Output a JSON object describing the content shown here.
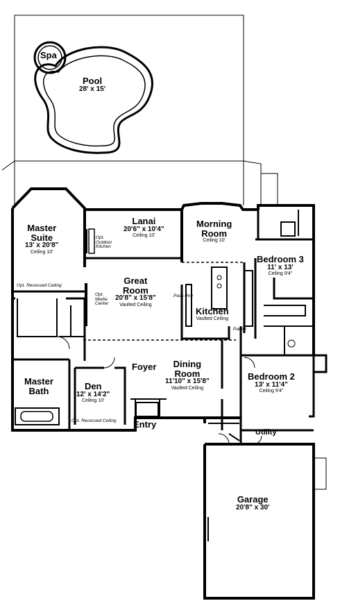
{
  "rooms": {
    "spa": {
      "name": "Spa"
    },
    "pool": {
      "name": "Pool",
      "dims": "28' x 15'"
    },
    "lanai": {
      "name": "Lanai",
      "dims": "20'6\" x 10'4\"",
      "ceiling": "Ceiling 10'"
    },
    "morning": {
      "name1": "Morning",
      "name2": "Room",
      "ceiling": "Ceiling 10'"
    },
    "master_suite": {
      "name1": "Master",
      "name2": "Suite",
      "dims": "13' x 20'8\"",
      "ceiling": "Ceiling 10'"
    },
    "great": {
      "name1": "Great",
      "name2": "Room",
      "dims": "20'8\" x 15'8\"",
      "ceiling": "Vaulted Ceiling"
    },
    "kitchen": {
      "name": "Kitchen",
      "ceiling": "Vaulted Ceiling"
    },
    "bedroom3": {
      "name": "Bedroom 3",
      "dims": "11' x 13'",
      "ceiling": "Ceiling 9'4\""
    },
    "master_bath": {
      "name1": "Master",
      "name2": "Bath"
    },
    "den": {
      "name": "Den",
      "dims": "12' x 14'2\"",
      "ceiling": "Ceiling 10'"
    },
    "foyer": {
      "name": "Foyer"
    },
    "dining": {
      "name1": "Dining",
      "name2": "Room",
      "dims": "11'10\" x 15'8\"",
      "ceiling": "Vaulted Ceiling"
    },
    "bedroom2": {
      "name": "Bedroom 2",
      "dims": "13' x 11'4\"",
      "ceiling": "Ceiling 9'4\""
    },
    "entry": {
      "name": "Entry"
    },
    "utility": {
      "name": "Utility"
    },
    "garage": {
      "name": "Garage",
      "dims": "20'8\" x 30'"
    }
  },
  "notes": {
    "opt_outdoor_kitchen_1": "Opt.",
    "opt_outdoor_kitchen_2": "Outdoor",
    "opt_outdoor_kitchen_3": "Kitchen",
    "opt_media_center_1": "Opt.",
    "opt_media_center_2": "Media",
    "opt_media_center_3": "Center",
    "recessed_ceiling_suite": "Opt. Recessed Ceiling",
    "recessed_ceiling_den": "Opt. Recessed Ceiling",
    "pass_thru": "Pass-thru",
    "pantry": "Pantry"
  }
}
